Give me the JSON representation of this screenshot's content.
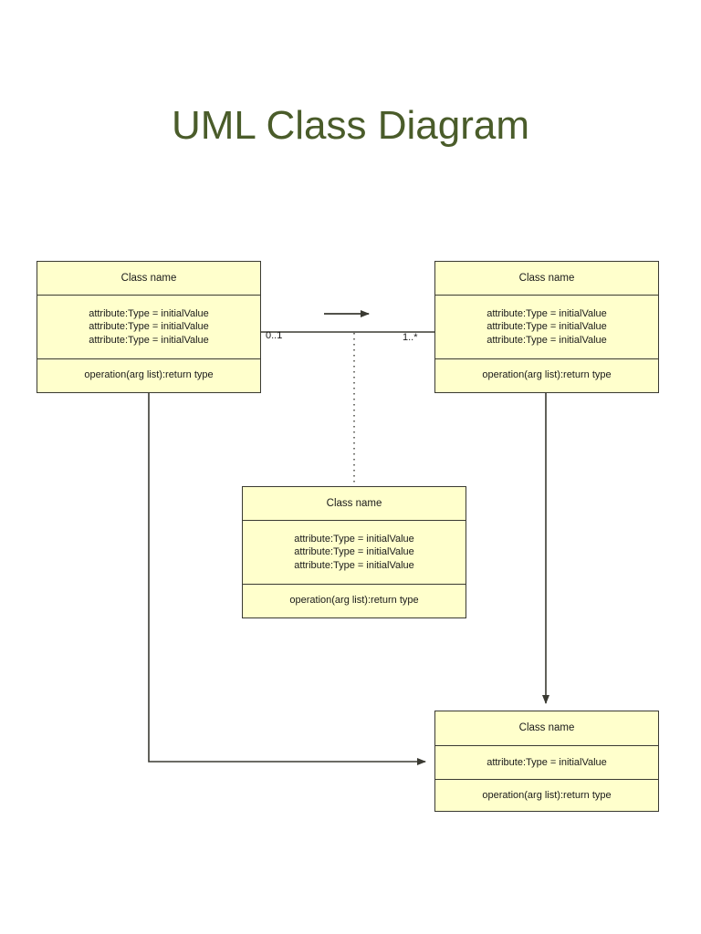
{
  "diagram": {
    "title": "UML Class Diagram",
    "title_color": "#4a5c2a",
    "background_color": "#ffffff",
    "class_fill_color": "#ffffcc",
    "class_border_color": "#3a3a32",
    "connector_color": "#3a3a32",
    "text_color": "#1a1a1a"
  },
  "classes": {
    "top_left": {
      "name": "Class name",
      "attributes": [
        "attribute:Type = initialValue",
        "attribute:Type = initialValue",
        "attribute:Type = initialValue"
      ],
      "operations": [
        "operation(arg list):return type"
      ]
    },
    "top_right": {
      "name": "Class name",
      "attributes": [
        "attribute:Type = initialValue",
        "attribute:Type = initialValue",
        "attribute:Type = initialValue"
      ],
      "operations": [
        "operation(arg list):return type"
      ]
    },
    "association_class": {
      "name": "Class name",
      "attributes": [
        "attribute:Type = initialValue",
        "attribute:Type = initialValue",
        "attribute:Type = initialValue"
      ],
      "operations": [
        "operation(arg list):return type"
      ]
    },
    "bottom_right": {
      "name": "Class name",
      "attributes": [
        "attribute:Type = initialValue"
      ],
      "operations": [
        "operation(arg list):return type"
      ]
    }
  },
  "connectors": {
    "association_multiplicity_source": "0..1",
    "association_multiplicity_target": "1..*"
  }
}
